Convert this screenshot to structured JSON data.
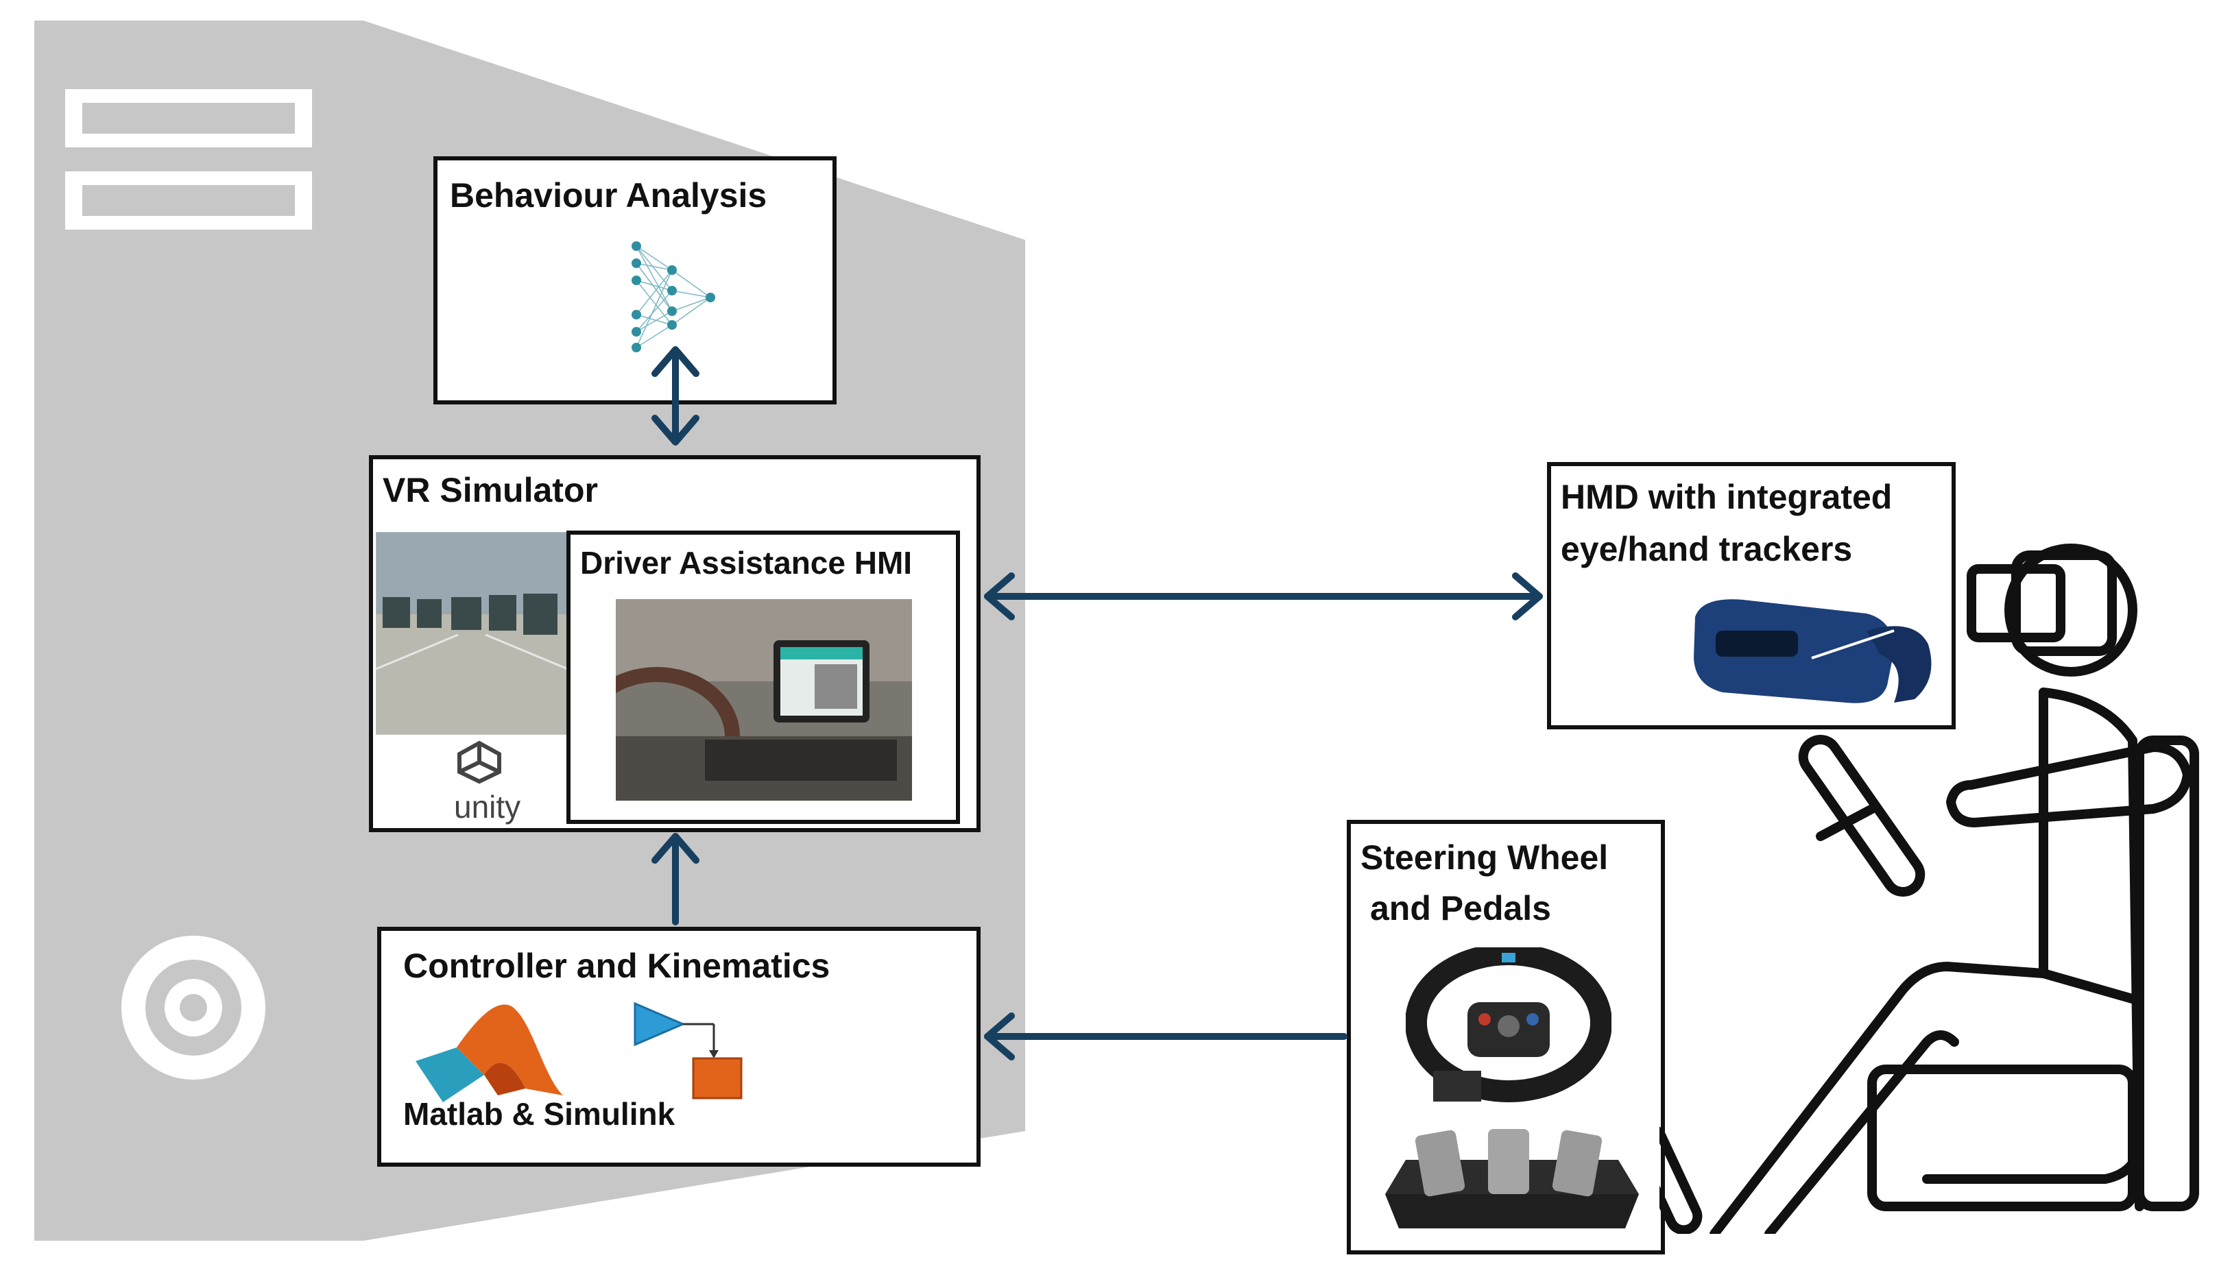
{
  "colors": {
    "tower": "#c7c7c7",
    "arrow": "#173f5f",
    "hmd_blue": "#1d3f7a",
    "unity_gray": "#444444",
    "matlab_orange": "#e1641a",
    "simulink_blue": "#2d9cd6",
    "nn_teal": "#2e8fa0"
  },
  "icons": {
    "neural_net": "neural-network-icon",
    "unity": "unity-logo",
    "matlab": "matlab-logo",
    "simulink": "simulink-block-icon",
    "hmd": "vr-headset-image",
    "wheel": "steering-wheel-image",
    "pedals": "pedals-image",
    "driver": "driver-figure"
  },
  "blocks": {
    "behaviour": {
      "title": "Behaviour Analysis"
    },
    "vr_simulator": {
      "title": "VR Simulator",
      "engine": "unity"
    },
    "hmi": {
      "title": "Driver Assistance HMI"
    },
    "controller": {
      "title": "Controller and Kinematics",
      "tools": "Matlab & Simulink"
    },
    "hmd": {
      "title_line1": "HMD with integrated",
      "title_line2": "eye/hand trackers"
    },
    "steering": {
      "title_line1": "Steering Wheel",
      "title_line2": "and Pedals"
    }
  }
}
